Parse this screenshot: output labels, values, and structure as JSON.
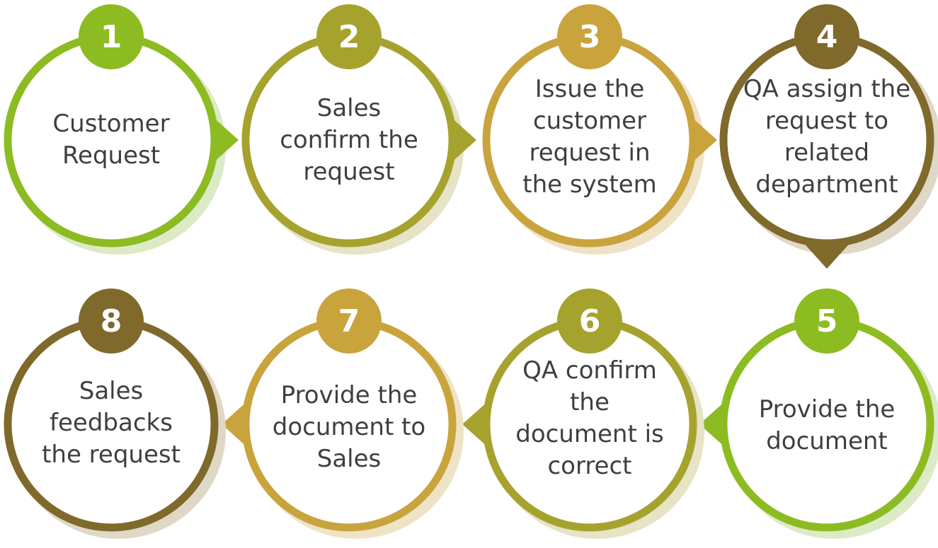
{
  "colors": {
    "lime": "#8dbb22",
    "olive": "#a6a22e",
    "gold": "#c9a43d",
    "brown": "#7f6a2c",
    "lime_shadow": "#dcebc6",
    "olive_shadow": "#e6e3c6",
    "gold_shadow": "#efe3c7",
    "brown_shadow": "#e0d8c6",
    "text": "#3f3f3f"
  },
  "steps": [
    {
      "number": "1",
      "text": "Customer\nRequest",
      "color": "lime",
      "arrow": "right"
    },
    {
      "number": "2",
      "text": "Sales\nconfirm the\nrequest",
      "color": "olive",
      "arrow": "right"
    },
    {
      "number": "3",
      "text": "Issue the\ncustomer\nrequest in\nthe system",
      "color": "gold",
      "arrow": "right"
    },
    {
      "number": "4",
      "text": "QA assign the\nrequest to\nrelated\ndepartment",
      "color": "brown",
      "arrow": "down"
    },
    {
      "number": "5",
      "text": "Provide the\ndocument",
      "color": "lime",
      "arrow": "left"
    },
    {
      "number": "6",
      "text": "QA confirm\nthe\ndocument is\ncorrect",
      "color": "olive",
      "arrow": "left"
    },
    {
      "number": "7",
      "text": "Provide the\ndocument to\nSales",
      "color": "gold",
      "arrow": "left"
    },
    {
      "number": "8",
      "text": "Sales\nfeedbacks\nthe request",
      "color": "brown",
      "arrow": "none"
    }
  ]
}
